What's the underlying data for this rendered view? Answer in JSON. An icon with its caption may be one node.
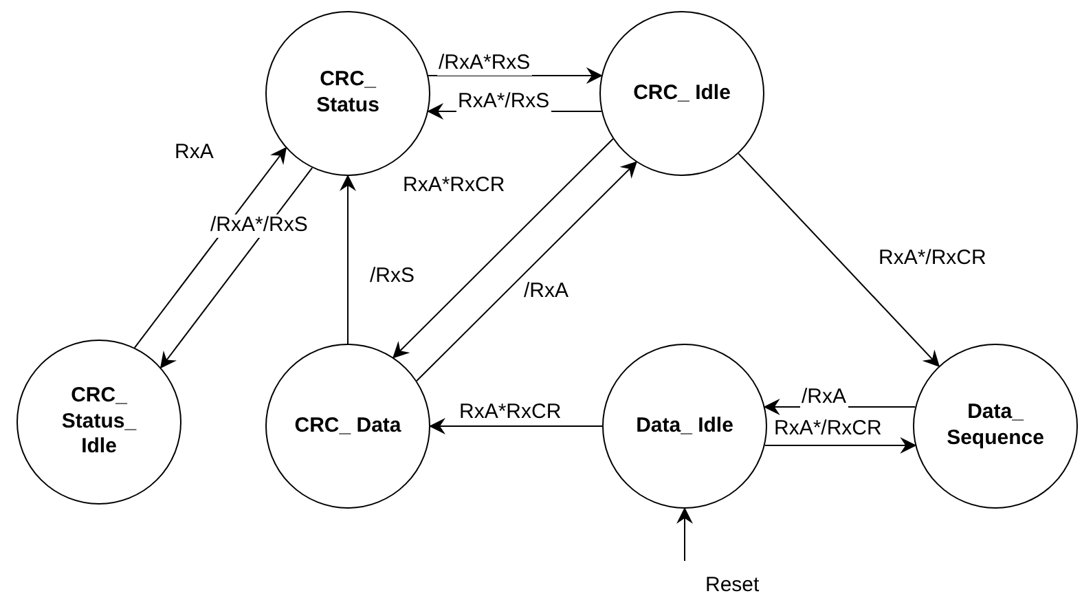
{
  "diagram": {
    "nodes": [
      {
        "text": [
          "CRC_ Status"
        ]
      },
      {
        "text": [
          "CRC_ Idle"
        ]
      },
      {
        "text": [
          "CRC_ Status_ Idle"
        ]
      },
      {
        "text": [
          "CRC_ Data"
        ]
      },
      {
        "text": [
          "Data_ Idle"
        ]
      },
      {
        "text": [
          "Data_ Sequence"
        ]
      }
    ],
    "edges": [
      {
        "from": 0,
        "to": 1,
        "label": "/RxA*RxS",
        "arrow": "to"
      },
      {
        "from": 1,
        "to": 0,
        "label": "RxA*/RxS",
        "arrow": "to"
      },
      {
        "from": 2,
        "to": 0,
        "label": "RxA",
        "arrow": "to"
      },
      {
        "from": 0,
        "to": 2,
        "label": "/RxA*/RxS",
        "arrow": "to"
      },
      {
        "from": 3,
        "to": 0,
        "label": "/RxS",
        "arrow": "to"
      },
      {
        "from": 1,
        "to": 3,
        "label": "RxA*RxCR",
        "arrow": "to"
      },
      {
        "from": 3,
        "to": 1,
        "label": "/RxA",
        "arrow": "to"
      },
      {
        "from": 1,
        "to": 5,
        "label": "RxA*/RxCR",
        "arrow": "to"
      },
      {
        "from": 4,
        "to": 3,
        "label": "RxA*RxCR",
        "arrow": "to"
      },
      {
        "from": 5,
        "to": 4,
        "label": "/RxA",
        "arrow": "to"
      },
      {
        "from": 4,
        "to": 5,
        "label": "RxA*/RxCR",
        "arrow": "to"
      },
      {
        "from": null,
        "to": 4,
        "label": "Reset",
        "arrow": "to"
      }
    ]
  }
}
